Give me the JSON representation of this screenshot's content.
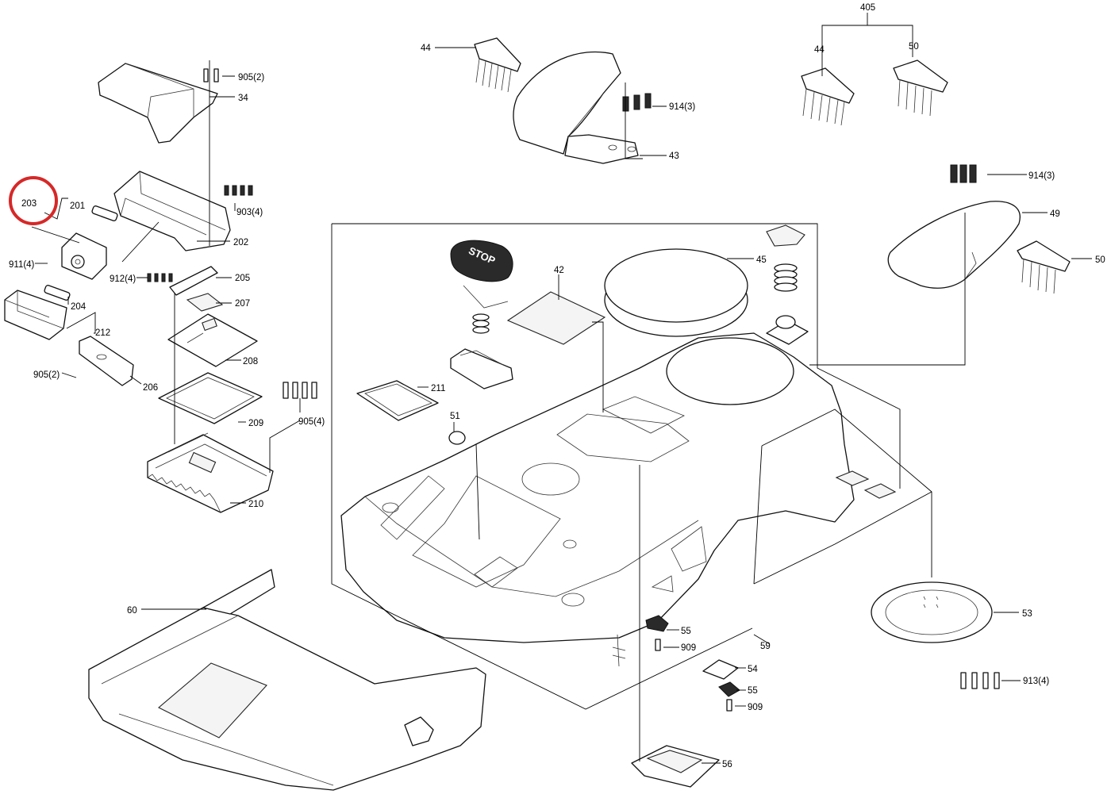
{
  "callouts": {
    "c405": "405",
    "c44a": "44",
    "c44b": "44",
    "c50a": "50",
    "c50b": "50",
    "c905_2a": "905(2)",
    "c34": "34",
    "c914_3a": "914(3)",
    "c43": "43",
    "c914_3b": "914(3)",
    "c203": "203",
    "c201": "201",
    "c903_4": "903(4)",
    "c49": "49",
    "c202": "202",
    "c911_4": "911(4)",
    "c912_4": "912(4)",
    "c205": "205",
    "c45": "45",
    "c42": "42",
    "c207": "207",
    "c204": "204",
    "c212": "212",
    "c208": "208",
    "c905_2b": "905(2)",
    "c206": "206",
    "c211": "211",
    "c209": "209",
    "c905_4": "905(4)",
    "c51": "51",
    "c210": "210",
    "c60": "60",
    "c53": "53",
    "c55a": "55",
    "c909a": "909",
    "c59": "59",
    "c54": "54",
    "c55b": "55",
    "c909b": "909",
    "c913_4": "913(4)",
    "c56": "56"
  },
  "stop_button_label": "STOP",
  "highlight": {
    "target": "203",
    "color": "#d62828"
  }
}
